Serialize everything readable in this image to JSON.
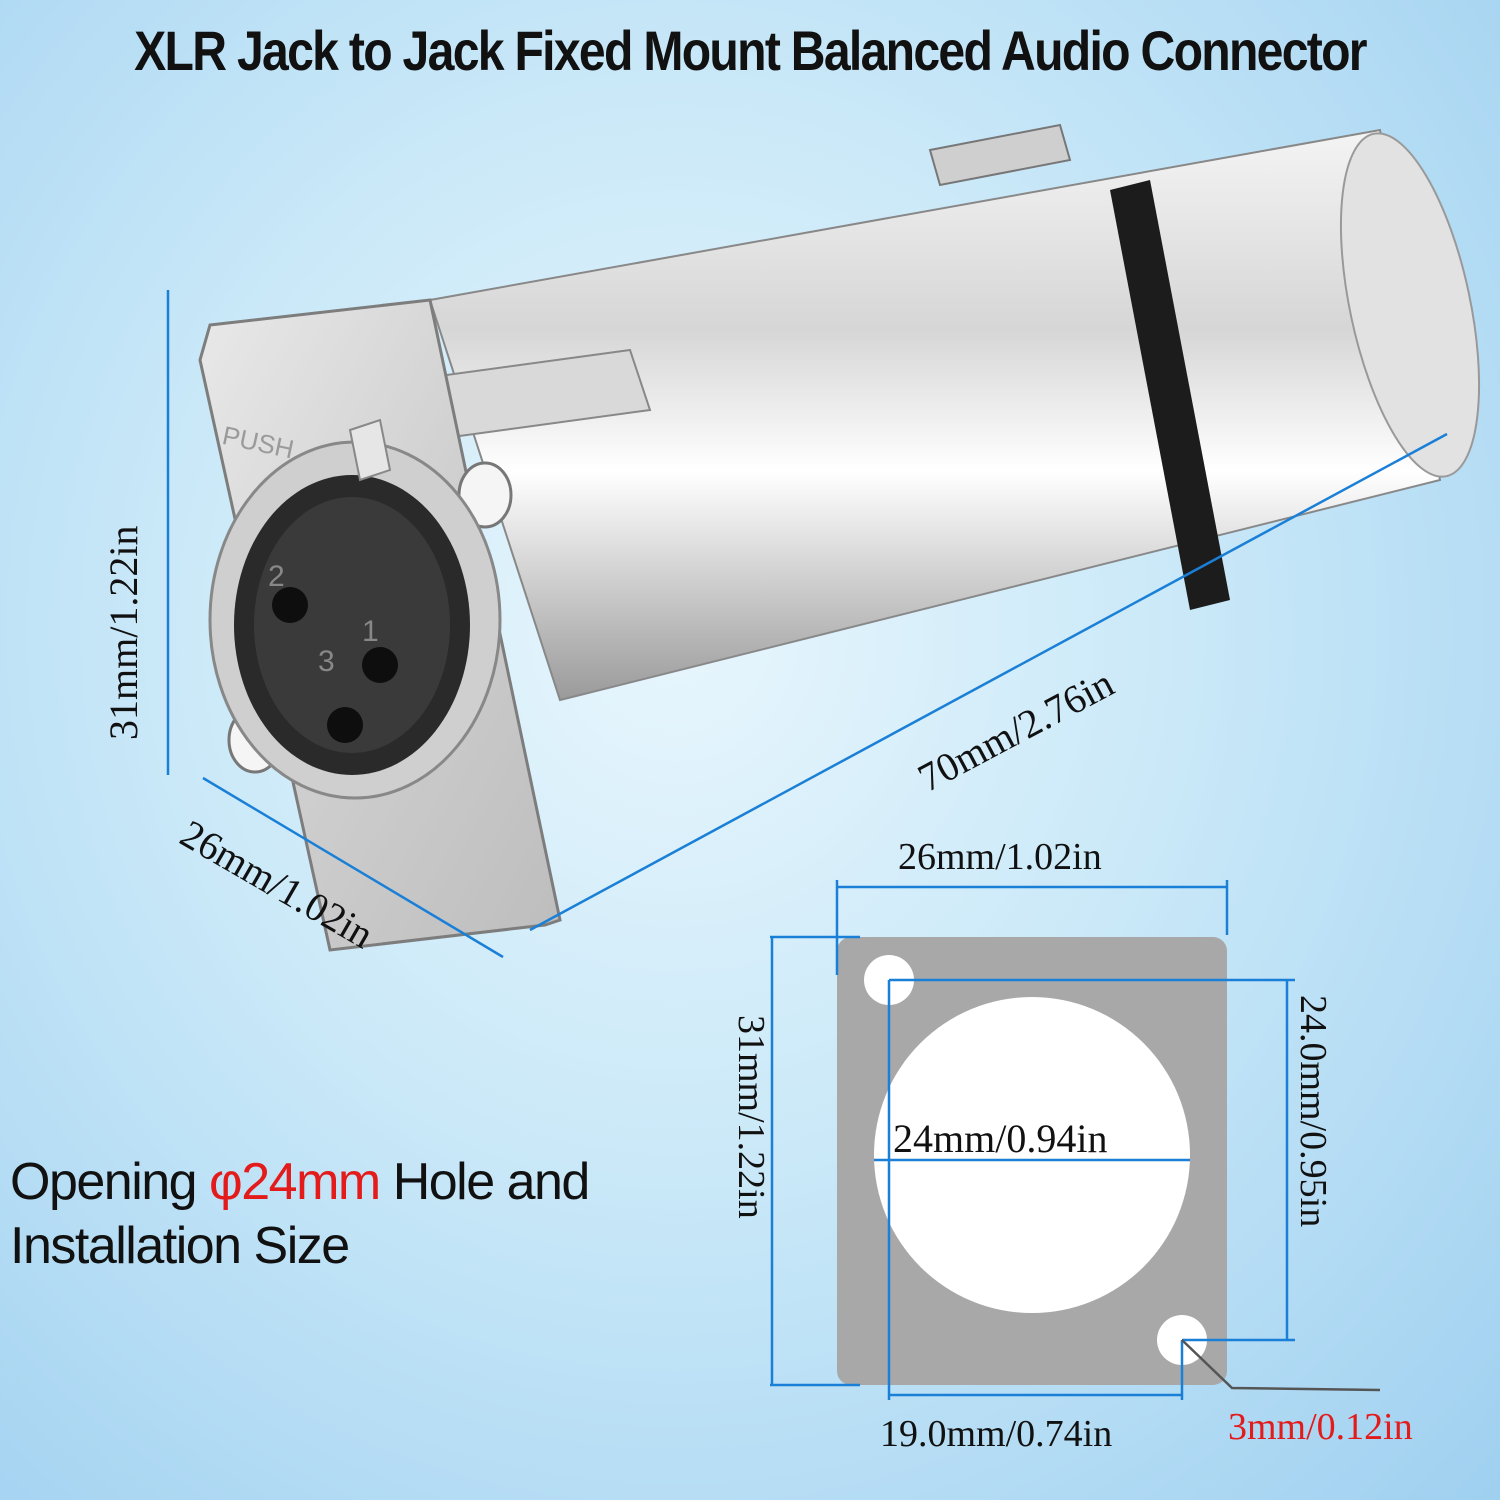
{
  "title": "XLR Jack to Jack Fixed Mount Balanced Audio Connector",
  "product": {
    "pin_labels": [
      "2",
      "1",
      "3"
    ],
    "push_label": "PUSH",
    "height_label": "31mm/1.22in",
    "width_label": "26mm/1.02in",
    "length_label": "70mm/2.76in"
  },
  "opening_text": {
    "line1_prefix": "Opening ",
    "line1_accent": "φ24mm",
    "line1_suffix": " Hole and",
    "line2": "Installation Size"
  },
  "mount_diagram": {
    "top_width_label": "26mm/1.02in",
    "left_height_label": "31mm/1.22in",
    "hole_diameter_label": "24mm/0.94in",
    "right_spacing_label": "24.0mm/0.95in",
    "bottom_spacing_label": "19.0mm/0.74in",
    "screw_hole_label": "3mm/0.12in"
  },
  "colors": {
    "dimension_line": "#1a7fd6",
    "accent": "#e31b1b",
    "plate": "#a8a8a8"
  }
}
